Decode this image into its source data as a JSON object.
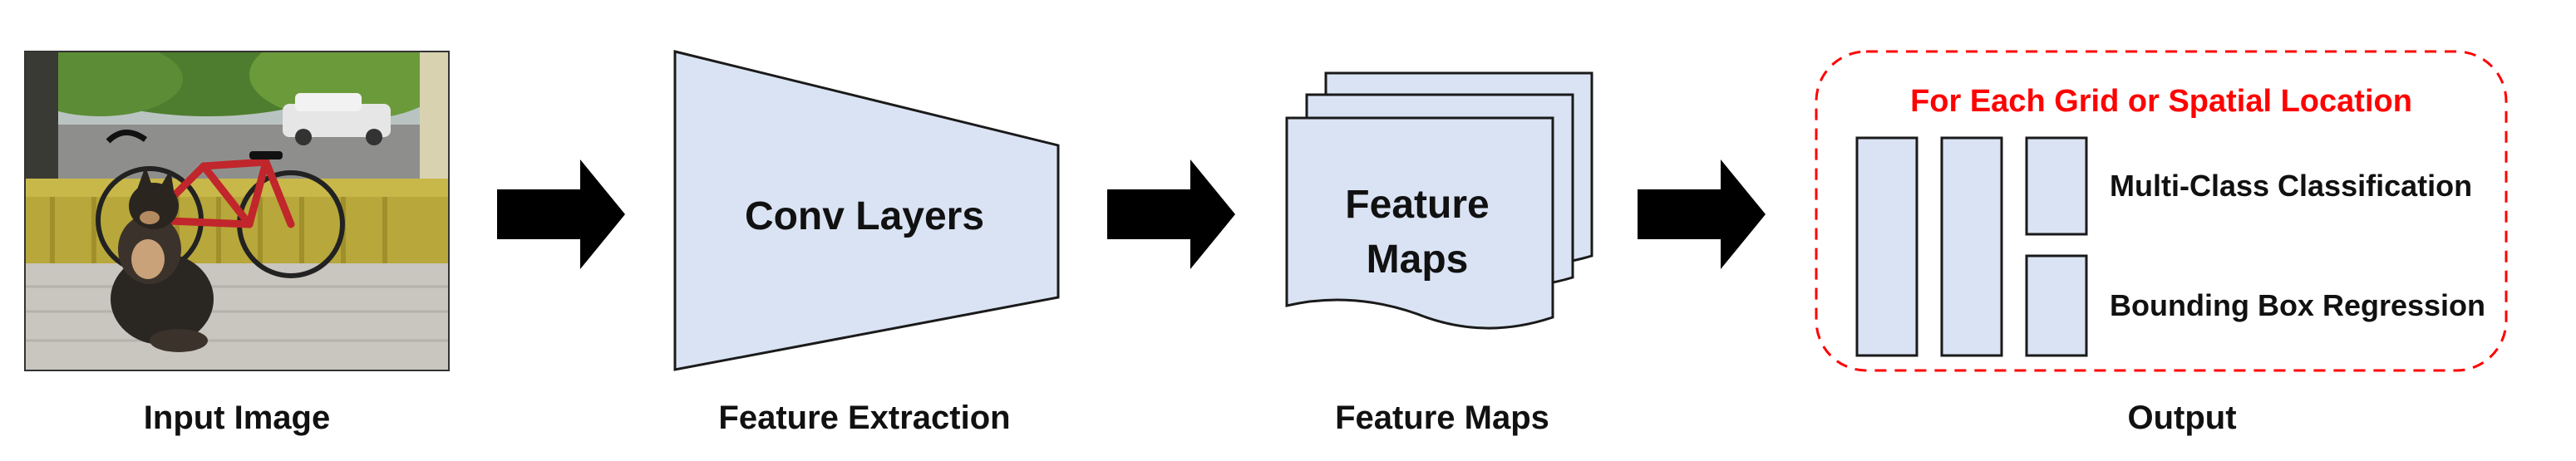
{
  "stages": {
    "input_label": "Input Image",
    "extraction_label": "Feature Extraction",
    "maps_label": "Feature Maps",
    "output_label": "Output"
  },
  "blocks": {
    "conv_layers": "Conv Layers",
    "feature_maps_line1": "Feature",
    "feature_maps_line2": "Maps"
  },
  "output_box": {
    "title": "For Each Grid or Spatial Location",
    "classification_label": "Multi-Class Classification",
    "regression_label": "Bounding Box Regression"
  },
  "colors": {
    "block_fill": "#dae3f3",
    "outline": "#1a1a1a",
    "arrow": "#000000",
    "accent_red": "#ff0000"
  }
}
